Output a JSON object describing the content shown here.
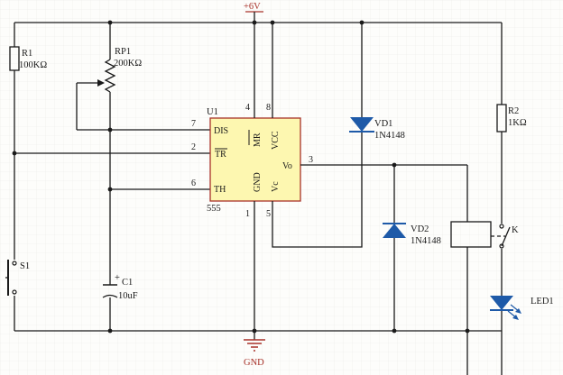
{
  "power": {
    "vplus": "+6V",
    "gnd": "GND"
  },
  "components": {
    "r1": {
      "ref": "R1",
      "value": "100KΩ"
    },
    "rp1": {
      "ref": "RP1",
      "value": "200KΩ"
    },
    "u1": {
      "ref": "U1",
      "part": "555"
    },
    "vd1": {
      "ref": "VD1",
      "value": "1N4148"
    },
    "vd2": {
      "ref": "VD2",
      "value": "1N4148"
    },
    "r2": {
      "ref": "R2",
      "value": "1KΩ"
    },
    "k": {
      "ref": "K"
    },
    "led1": {
      "ref": "LED1"
    },
    "s1": {
      "ref": "S1"
    },
    "c1": {
      "ref": "C1",
      "value": "10uF",
      "polarity": "+"
    }
  },
  "ic_pins": {
    "dis": "DIS",
    "tr": "TR",
    "th": "TH",
    "mr": "MR",
    "vcc": "VCC",
    "gnd": "GND",
    "vc": "Vc",
    "vo": "Vo",
    "n1": "1",
    "n2": "2",
    "n3": "3",
    "n4": "4",
    "n5": "5",
    "n6": "6",
    "n7": "7",
    "n8": "8"
  },
  "colors": {
    "wire": "#1a1a1a",
    "ic_fill": "#fdf7b0",
    "ic_stroke": "#a8322a",
    "diode": "#1e5aa8",
    "grid": "#e8e8e4",
    "accent_red": "#a8322a"
  }
}
